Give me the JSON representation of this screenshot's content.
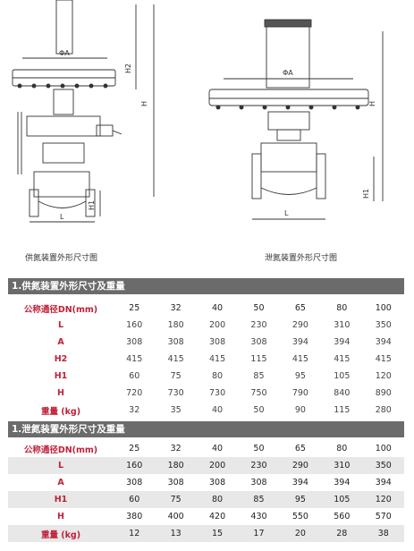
{
  "drawing_left": {
    "caption": "供氮装置外形尺寸图",
    "dims": [
      "ΦA",
      "H2",
      "H",
      "H1",
      "L"
    ]
  },
  "drawing_right": {
    "caption": "泄氮装置外形尺寸图",
    "dims": [
      "ΦA",
      "H",
      "H1",
      "L"
    ]
  },
  "section1": {
    "title": "1.供氮装置外形尺寸及重量",
    "columns": [
      "公称通径DN(mm)",
      "25",
      "32",
      "40",
      "50",
      "65",
      "80",
      "100"
    ],
    "rows": [
      {
        "label": "L",
        "values": [
          "160",
          "180",
          "200",
          "230",
          "290",
          "310",
          "350"
        ]
      },
      {
        "label": "A",
        "values": [
          "308",
          "308",
          "308",
          "308",
          "394",
          "394",
          "394"
        ]
      },
      {
        "label": "H2",
        "values": [
          "415",
          "415",
          "415",
          "115",
          "415",
          "415",
          "415"
        ]
      },
      {
        "label": "H1",
        "values": [
          "60",
          "75",
          "80",
          "85",
          "95",
          "105",
          "120"
        ]
      },
      {
        "label": "H",
        "values": [
          "720",
          "730",
          "730",
          "750",
          "790",
          "840",
          "890"
        ]
      },
      {
        "label": "重量 (kg)",
        "values": [
          "32",
          "35",
          "40",
          "50",
          "90",
          "115",
          "280"
        ]
      }
    ]
  },
  "section2": {
    "title": "1.泄氮装置外形尺寸及重量",
    "columns": [
      "公称通径DN(mm)",
      "25",
      "32",
      "40",
      "50",
      "65",
      "80",
      "100"
    ],
    "rows": [
      {
        "label": "L",
        "values": [
          "160",
          "180",
          "200",
          "230",
          "290",
          "310",
          "350"
        ]
      },
      {
        "label": "A",
        "values": [
          "308",
          "308",
          "308",
          "308",
          "394",
          "394",
          "394"
        ]
      },
      {
        "label": "H1",
        "values": [
          "60",
          "75",
          "80",
          "85",
          "95",
          "105",
          "120"
        ]
      },
      {
        "label": "H",
        "values": [
          "380",
          "400",
          "420",
          "430",
          "550",
          "560",
          "570"
        ]
      },
      {
        "label": "重量 (kg)",
        "values": [
          "12",
          "13",
          "15",
          "17",
          "20",
          "28",
          "38"
        ]
      }
    ]
  }
}
